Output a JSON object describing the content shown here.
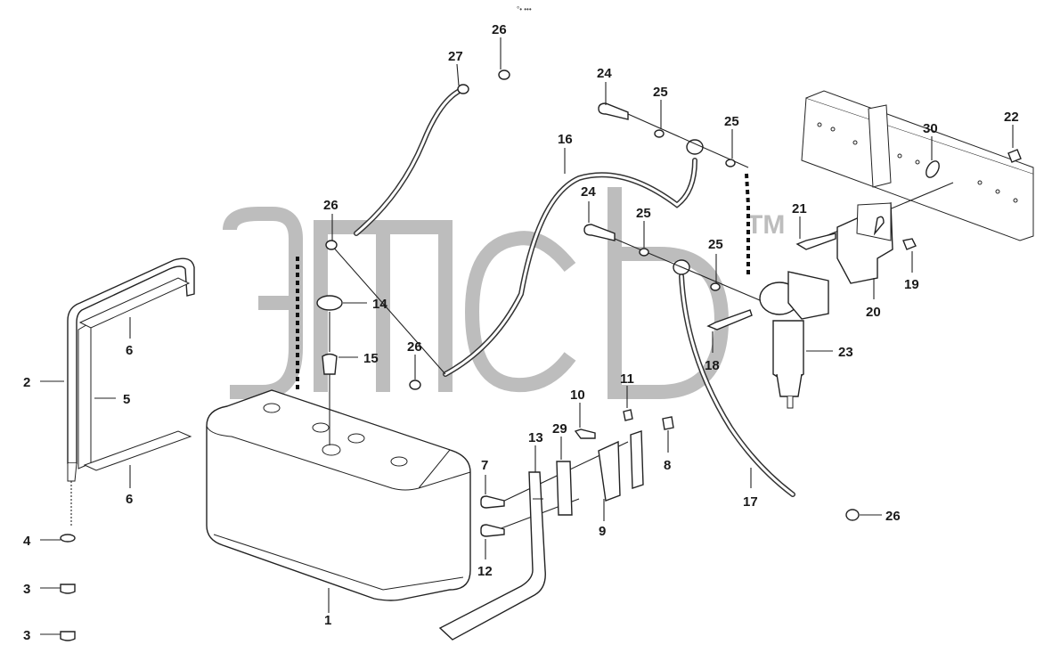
{
  "diagram": {
    "header_mark": "°• •••",
    "watermark_tm": "TM",
    "labels": [
      {
        "text": "1"
      },
      {
        "text": "2"
      },
      {
        "text": "3"
      },
      {
        "text": "3"
      },
      {
        "text": "4"
      },
      {
        "text": "5"
      },
      {
        "text": "6"
      },
      {
        "text": "6"
      },
      {
        "text": "7"
      },
      {
        "text": "8"
      },
      {
        "text": "9"
      },
      {
        "text": "10"
      },
      {
        "text": "11"
      },
      {
        "text": "12"
      },
      {
        "text": "13"
      },
      {
        "text": "14"
      },
      {
        "text": "15"
      },
      {
        "text": "16"
      },
      {
        "text": "17"
      },
      {
        "text": "18"
      },
      {
        "text": "19"
      },
      {
        "text": "20"
      },
      {
        "text": "21"
      },
      {
        "text": "22"
      },
      {
        "text": "23"
      },
      {
        "text": "24"
      },
      {
        "text": "24"
      },
      {
        "text": "25"
      },
      {
        "text": "25"
      },
      {
        "text": "25"
      },
      {
        "text": "25"
      },
      {
        "text": "26"
      },
      {
        "text": "26"
      },
      {
        "text": "26"
      },
      {
        "text": "26"
      },
      {
        "text": "27"
      },
      {
        "text": "29"
      },
      {
        "text": "30"
      }
    ]
  }
}
